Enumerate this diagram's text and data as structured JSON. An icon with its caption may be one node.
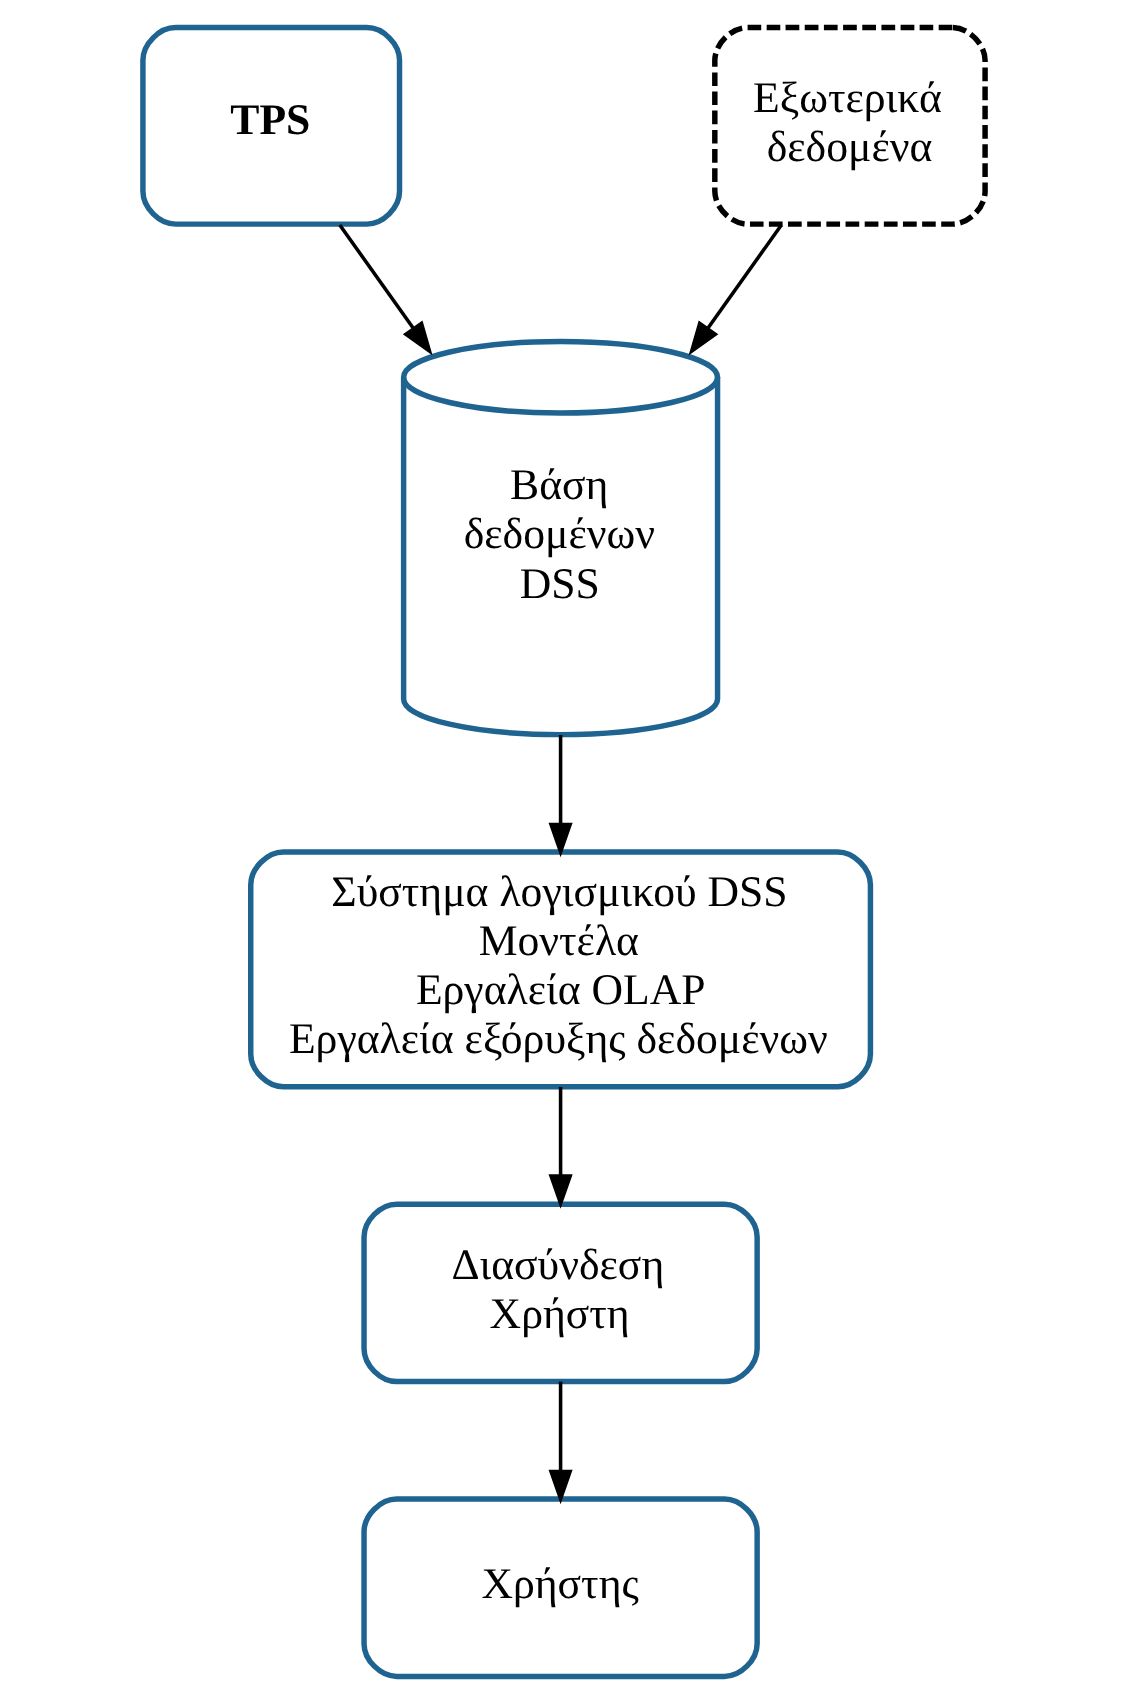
{
  "diagram": {
    "nodes": [
      {
        "text": [
          "TPS"
        ]
      },
      {
        "text": [
          "Εξωτερικά δεδομένα"
        ]
      },
      {
        "text": [
          "Βάση δεδομένων DSS"
        ]
      },
      {
        "text": [
          "Σύστημα λογισμικού DSS",
          "Μοντέλα",
          "Εργαλεία OLAP",
          "Εργαλεία εξόρυξης δεδομένων"
        ]
      },
      {
        "text": [
          "Διασύνδεση Χρήστη"
        ]
      },
      {
        "text": [
          "Χρήστης"
        ]
      }
    ],
    "edges": [
      {
        "from": 0,
        "to": 2,
        "arrow": "to"
      },
      {
        "from": 1,
        "to": 2,
        "arrow": "to"
      },
      {
        "from": 2,
        "to": 3,
        "arrow": "to"
      },
      {
        "from": 3,
        "to": 4,
        "arrow": "to"
      },
      {
        "from": 4,
        "to": 5,
        "arrow": "to"
      }
    ]
  }
}
